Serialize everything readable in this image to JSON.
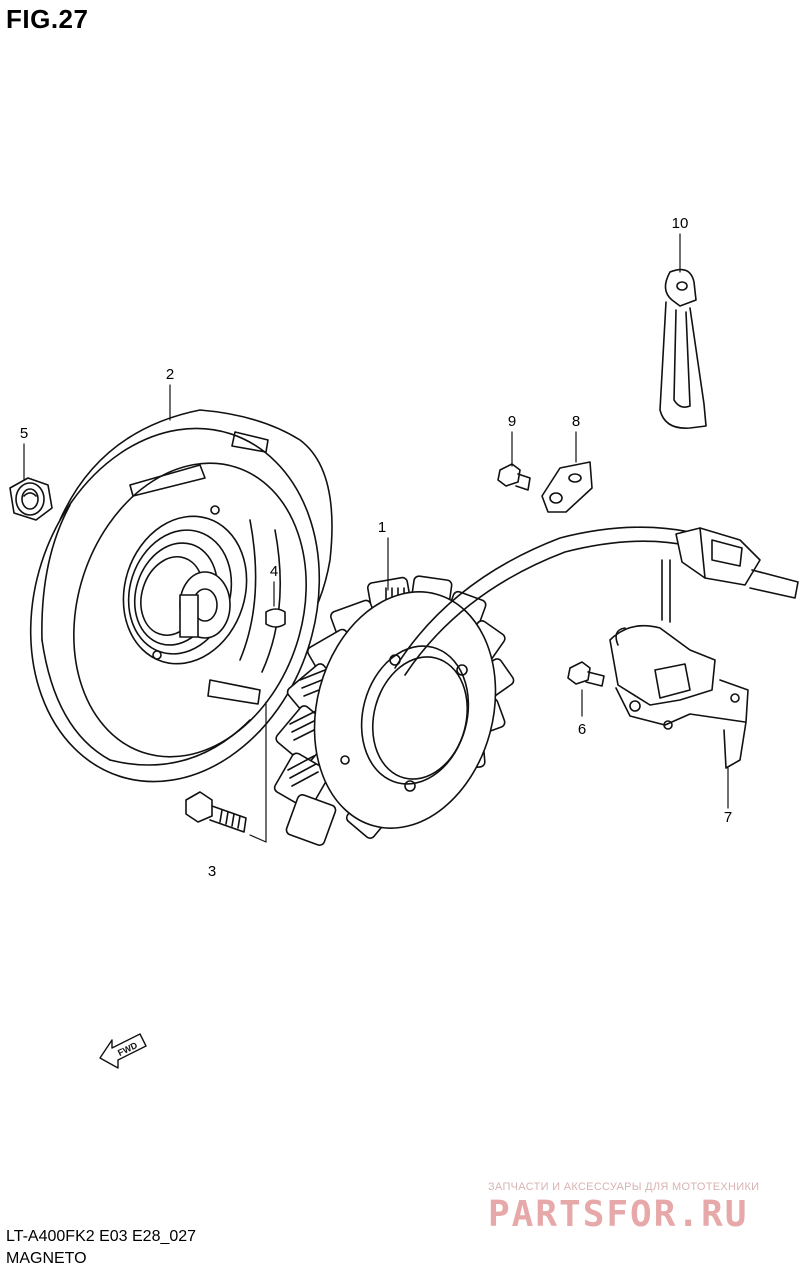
{
  "figure": {
    "title": "FIG.27"
  },
  "callouts": [
    "1",
    "2",
    "3",
    "4",
    "5",
    "6",
    "7",
    "8",
    "9",
    "10"
  ],
  "fwd_label": "FWD",
  "footer": {
    "model_code": "LT-A400FK2 E03 E28_027",
    "section": "MAGNETO"
  },
  "watermark": {
    "tagline": "ЗАПЧАСТИ И АКСЕССУАРЫ ДЛЯ МОТОТЕХНИКИ",
    "logo": "PARTSFOR.RU"
  }
}
